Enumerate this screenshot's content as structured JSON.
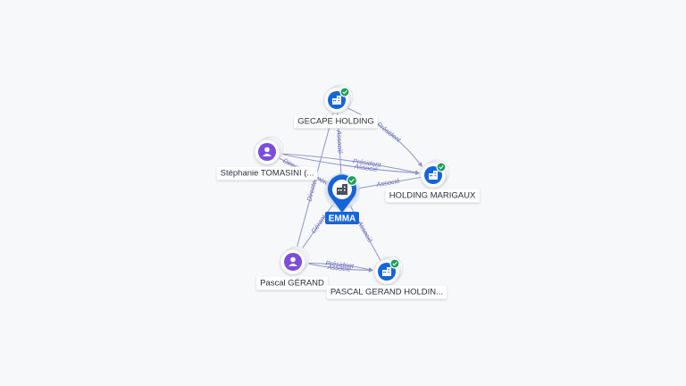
{
  "graph": {
    "colors": {
      "company": "#1565d8",
      "person": "#7c4ddb",
      "check": "#1e9e5a",
      "edge": "#8e93c7",
      "edge_label": "#6b6fb8",
      "center_label_bg": "#1565d8"
    },
    "center": {
      "label": "EMMA",
      "icon": "building-icon"
    },
    "nodes": [
      {
        "id": "gecape",
        "label": "GECAPE HOLDING",
        "kind": "company",
        "icon": "building-icon",
        "verified": true
      },
      {
        "id": "stephanie",
        "label": "Stéphanie TOMASINI (...",
        "kind": "person",
        "icon": "person-icon",
        "verified": false
      },
      {
        "id": "marigaux",
        "label": "HOLDING MARIGAUX",
        "kind": "company",
        "icon": "building-icon",
        "verified": true
      },
      {
        "id": "pascal",
        "label": "Pascal GÉRAND",
        "kind": "person",
        "icon": "person-icon",
        "verified": false
      },
      {
        "id": "pgholding",
        "label": "PASCAL GERAND HOLDIN...",
        "kind": "company",
        "icon": "building-icon",
        "verified": true
      }
    ],
    "edges": [
      {
        "from": "gecape",
        "to": "center",
        "label": "Associé"
      },
      {
        "from": "gecape",
        "to": "marigaux",
        "label": "Président"
      },
      {
        "from": "stephanie",
        "to": "center",
        "label": "Directeur Général"
      },
      {
        "from": "stephanie",
        "to": "marigaux",
        "label": "Président"
      },
      {
        "from": "stephanie",
        "to": "marigaux",
        "label": "Associé"
      },
      {
        "from": "marigaux",
        "to": "center",
        "label": "Associé"
      },
      {
        "from": "pascal",
        "to": "gecape",
        "label": "Directeur"
      },
      {
        "from": "pascal",
        "to": "center",
        "label": "Gérant"
      },
      {
        "from": "pascal",
        "to": "pgholding",
        "label": "Président"
      },
      {
        "from": "pascal",
        "to": "pgholding",
        "label": "Associé"
      },
      {
        "from": "pgholding",
        "to": "center",
        "label": "Associé"
      }
    ]
  }
}
